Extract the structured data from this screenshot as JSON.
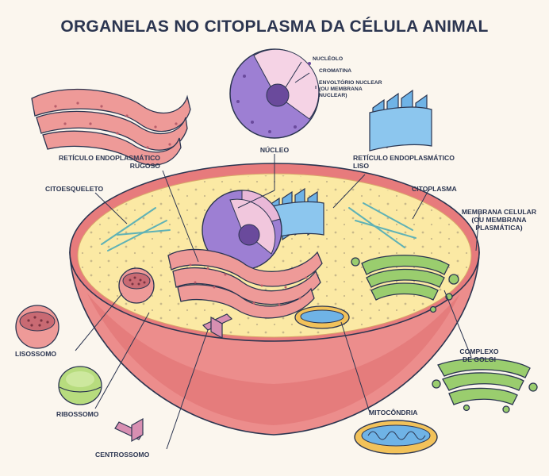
{
  "title": "ORGANELAS NO CITOPLASMA DA CÉLULA ANIMAL",
  "labels": {
    "nucleolo": "NUCLÉOLO",
    "cromatina": "CROMATINA",
    "envoltorio": "ENVOLTÓRIO NUCLEAR\n(OU MEMBRANA\nNUCLEAR)",
    "nucleo": "NÚCLEO",
    "rer": "RETÍCULO ENDOPLASMÁTICO\nRUGOSO",
    "rel": "RETÍCULO ENDOPLASMÁTICO\nLISO",
    "citoesqueleto": "CITOESQUELETO",
    "citoplasma": "CITOPLASMA",
    "membrana": "MEMBRANA CELULAR\n(OU MEMBRANA\nPLASMÁTICA)",
    "lisossomo": "LISOSSOMO",
    "ribossomo": "RIBOSSOMO",
    "centrossomo": "CENTROSSOMO",
    "mitocondria": "MITOCÔNDRIA",
    "golgi": "COMPLEXO\nDE GOLGI"
  },
  "colors": {
    "ink": "#2b3550",
    "cytoplasm": "#fbe9a4",
    "membrane": "#e8787a",
    "er": "#ee9a98",
    "nucleus": "#9d7fd3",
    "smooth_er": "#6fb3e6",
    "golgi": "#9acd6e",
    "mitochondria": "#f2c25a"
  }
}
